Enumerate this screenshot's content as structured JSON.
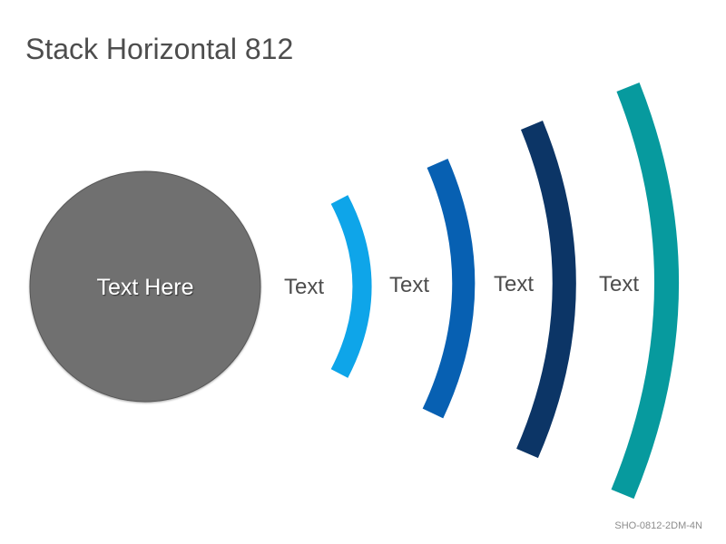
{
  "title": "Stack Horizontal 812",
  "center": {
    "label": "Text Here",
    "color": "#707070"
  },
  "arcs": [
    {
      "label": "Text",
      "color": "#0ea5e9"
    },
    {
      "label": "Text",
      "color": "#0760b2"
    },
    {
      "label": "Text",
      "color": "#0c3566"
    },
    {
      "label": "Text",
      "color": "#079a9e"
    }
  ],
  "footer": "SHO-0812-2DM-4N"
}
